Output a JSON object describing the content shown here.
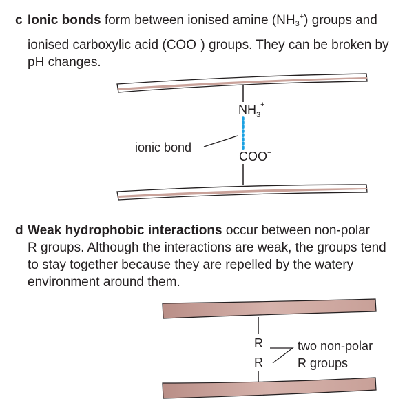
{
  "section_c": {
    "letter": "c",
    "bold_lead": "Ionic bonds",
    "line1_rest_a": " form between ionised amine (NH",
    "line1_sub": "3",
    "line1_sup": "+",
    "line1_rest_b": ") groups and",
    "line2_a": "ionised carboxylic acid (COO",
    "line2_sup": "−",
    "line2_b": ") groups. They can be broken by",
    "line3": "pH changes."
  },
  "diagram_c": {
    "nh3_label": "NH",
    "nh3_sub": "3",
    "nh3_sup": "+",
    "coo_label": "COO",
    "coo_sup": "−",
    "bond_label": "ionic bond",
    "bond_color": "#1ba1e2",
    "chain_fill": "#c9a29a"
  },
  "section_d": {
    "letter": "d",
    "bold_lead": "Weak hydrophobic interactions",
    "line1_rest": " occur between non-polar",
    "line2": "R groups. Although the interactions are weak, the groups tend",
    "line3": "to stay together because they are repelled by the watery",
    "line4": "environment around them."
  },
  "diagram_d": {
    "r_top": "R",
    "r_bottom": "R",
    "label_line1": "two non-polar",
    "label_line2": "R groups"
  }
}
